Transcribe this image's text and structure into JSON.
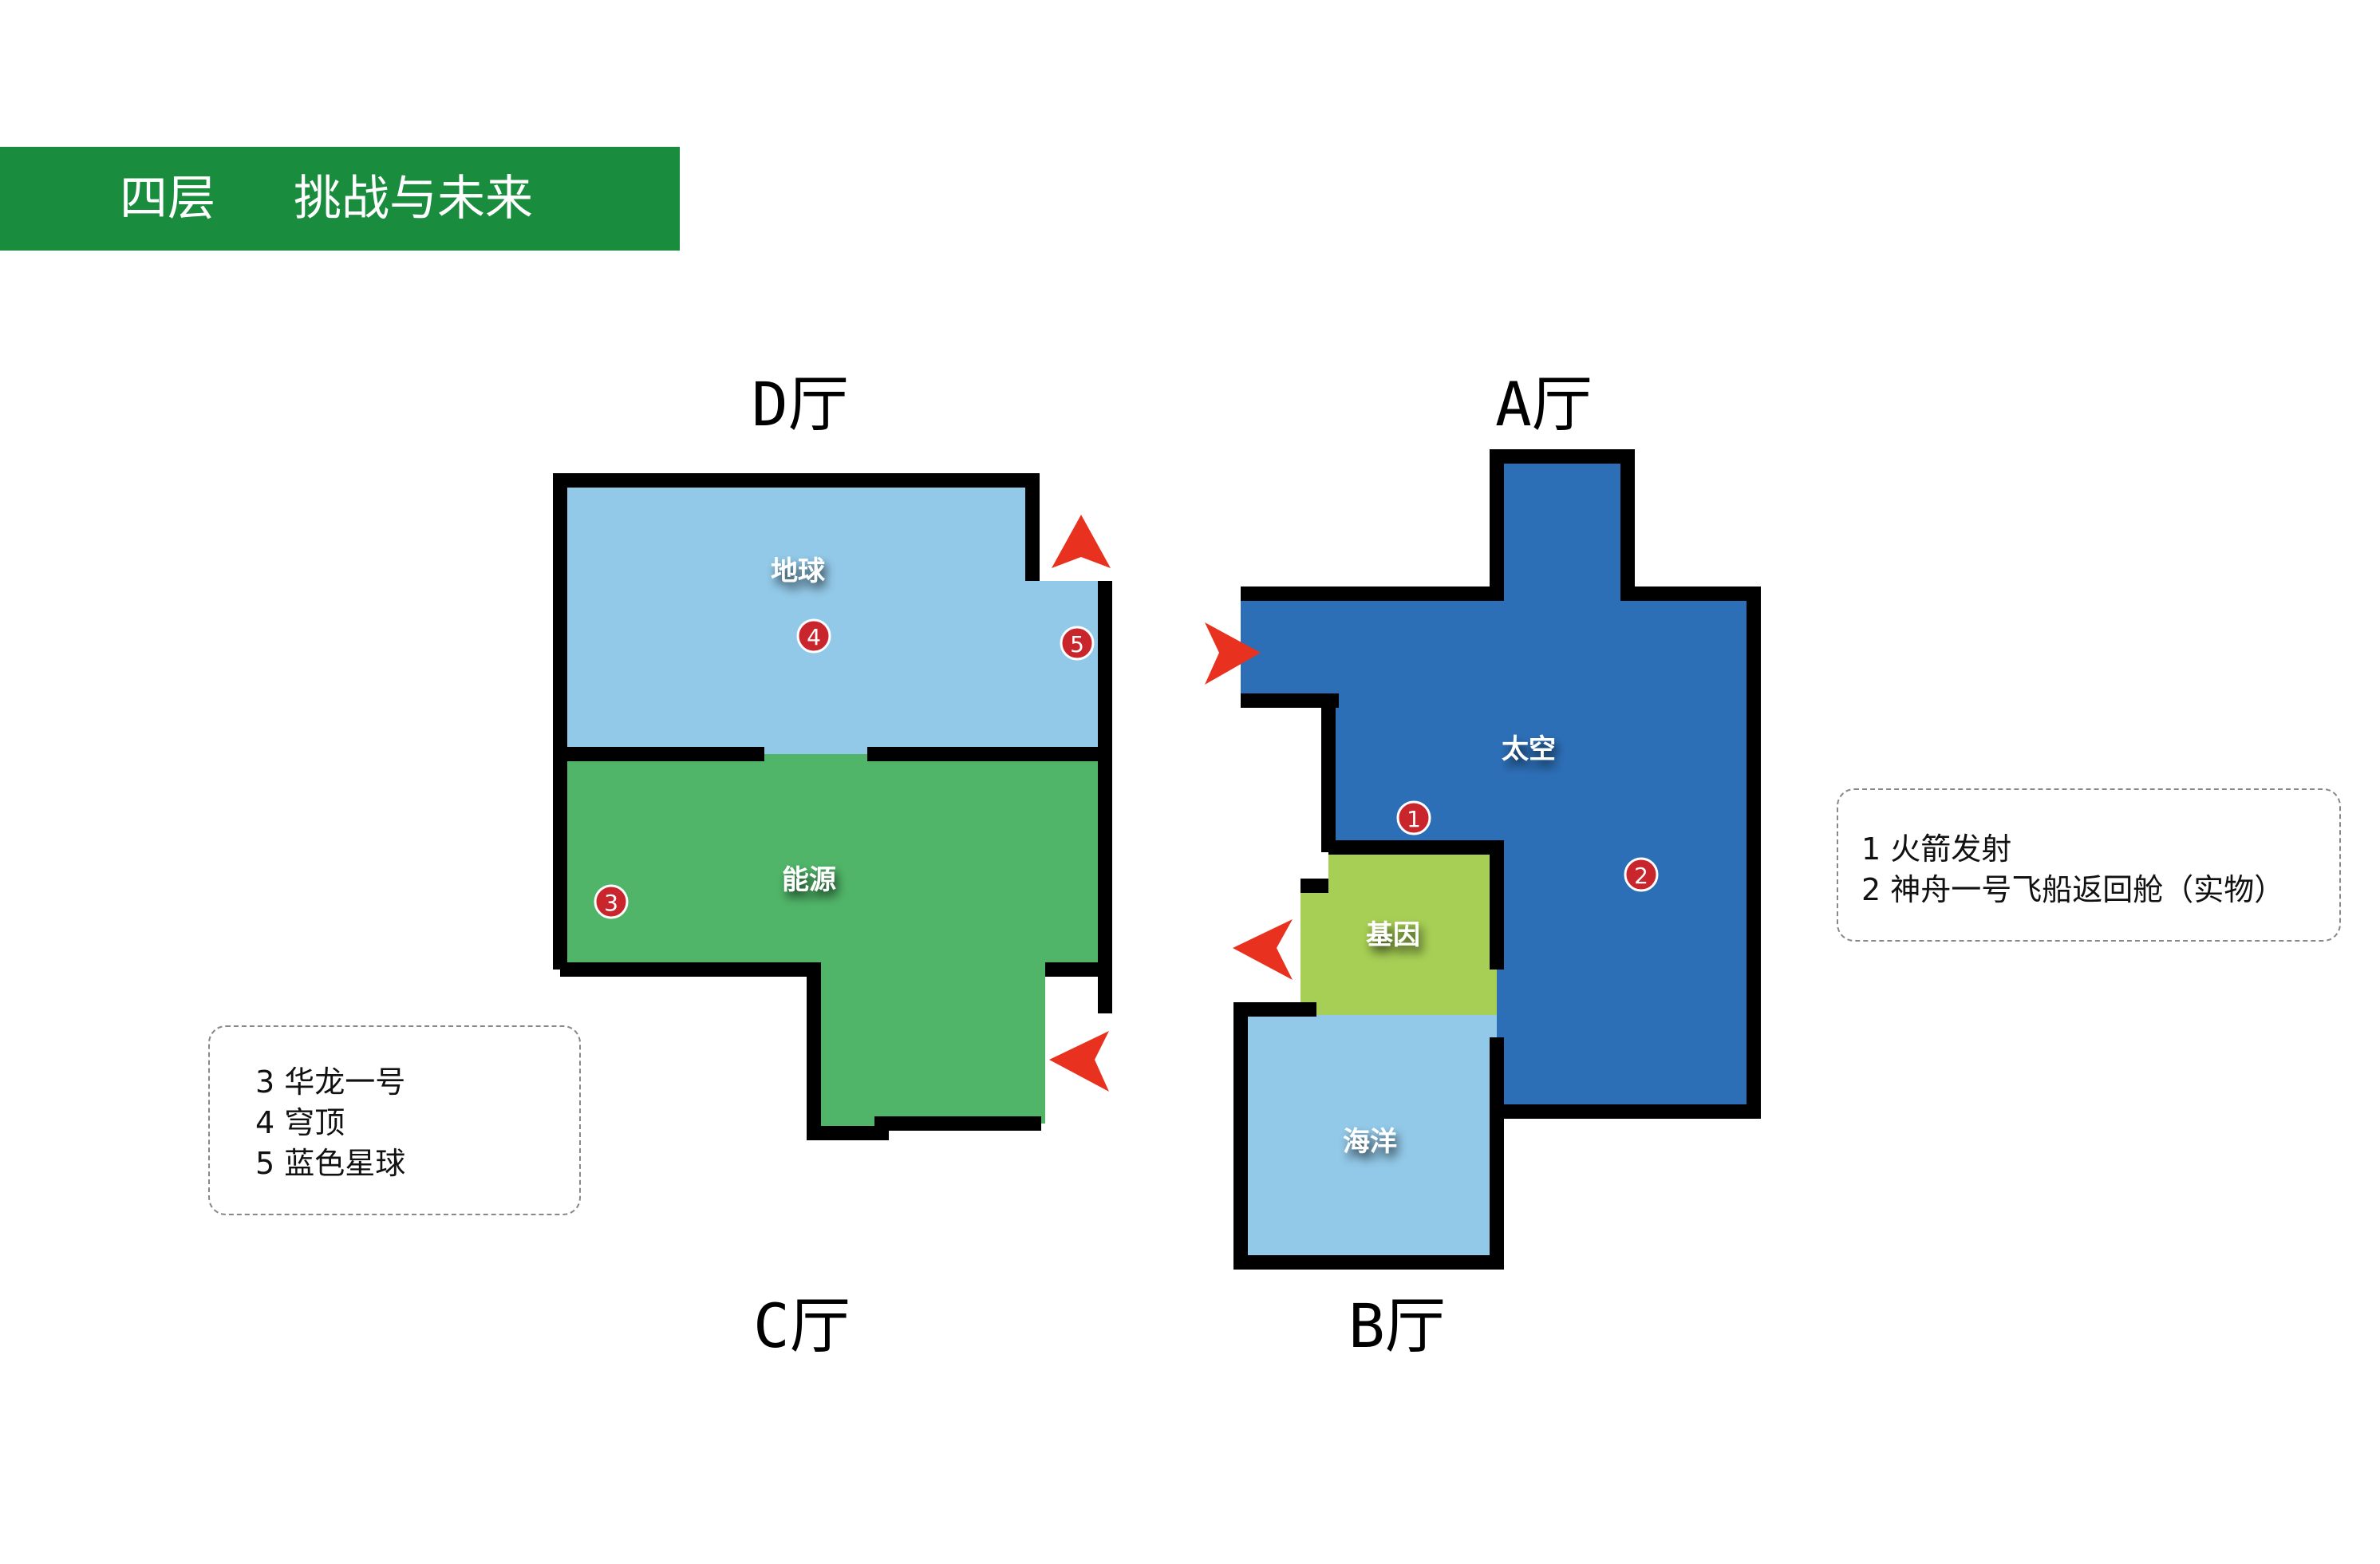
{
  "header": {
    "floor": "四层",
    "theme": "挑战与未来",
    "bar_color": "#1a8c3e"
  },
  "halls": {
    "D": "D厅",
    "A": "A厅",
    "C": "C厅",
    "B": "B厅"
  },
  "zones": {
    "earth": "地球",
    "energy": "能源",
    "space": "太空",
    "gene": "基因",
    "ocean": "海洋"
  },
  "markers": [
    "1",
    "2",
    "3",
    "4",
    "5"
  ],
  "legend_left": [
    "3 华龙一号",
    "4 穹顶",
    "5 蓝色星球"
  ],
  "legend_right": [
    "1 火箭发射",
    "2 神舟一号飞船返回舱（实物）"
  ],
  "colors": {
    "earth": "#92c9e8",
    "energy": "#50b568",
    "space": "#2d6fb7",
    "gene": "#a7cf55",
    "ocean": "#92c9e8",
    "wall": "#000000",
    "arrow": "#e8321f",
    "marker": "#c9252c"
  },
  "icons": {
    "entrance_arrow": "arrow-icon",
    "exhibit_marker": "numbered-marker-icon"
  }
}
